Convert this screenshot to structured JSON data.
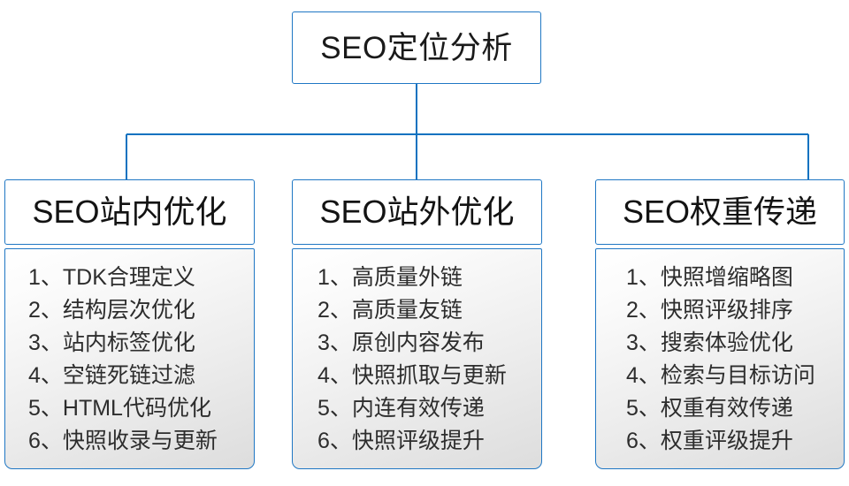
{
  "diagram": {
    "type": "org-tree",
    "accent_color": "#1f77c4",
    "text_color": "#1a1a1a",
    "root": {
      "title": "SEO定位分析"
    },
    "branches": [
      {
        "id": "seo-onsite",
        "title": "SEO站内优化",
        "items": [
          "1、TDK合理定义",
          "2、结构层次优化",
          "3、站内标签优化",
          "4、空链死链过滤",
          "5、HTML代码优化",
          "6、快照收录与更新"
        ]
      },
      {
        "id": "seo-offsite",
        "title": "SEO站外优化",
        "items": [
          "1、高质量外链",
          "2、高质量友链",
          "3、原创内容发布",
          "4、快照抓取与更新",
          "5、内连有效传递",
          "6、快照评级提升"
        ]
      },
      {
        "id": "seo-weight",
        "title": "SEO权重传递",
        "items": [
          "1、快照增缩略图",
          "2、快照评级排序",
          "3、搜索体验优化",
          "4、检索与目标访问",
          "5、权重有效传递",
          "6、权重评级提升"
        ]
      }
    ]
  }
}
